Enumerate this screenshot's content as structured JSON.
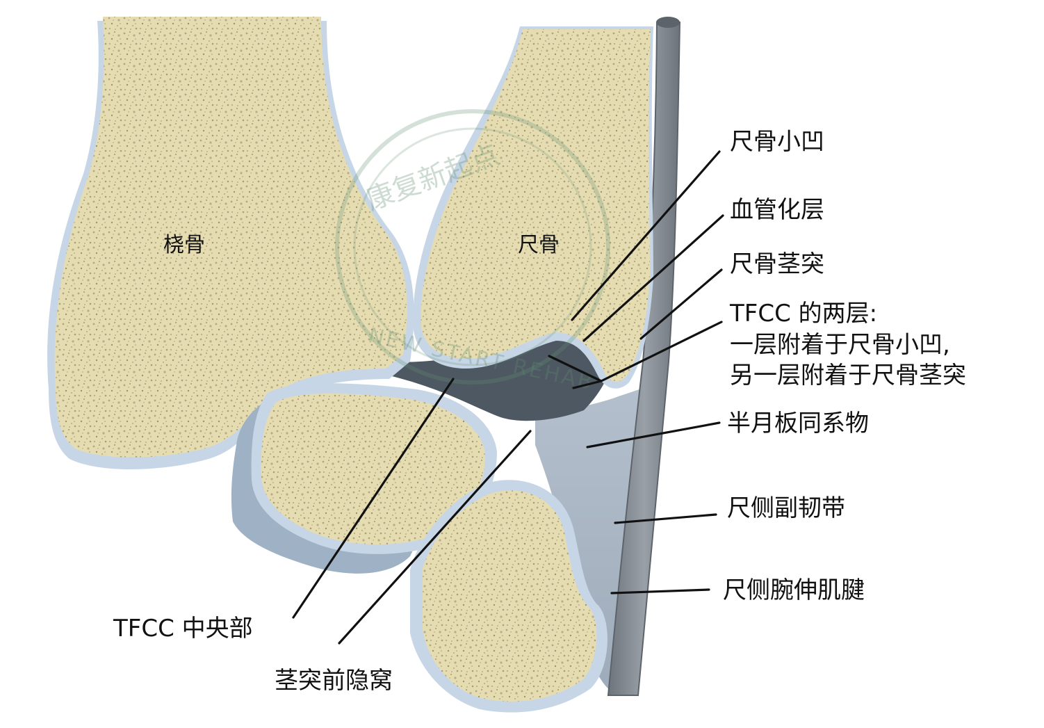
{
  "bones": {
    "radius": "桡骨",
    "ulna": "尺骨"
  },
  "callouts": {
    "fovea": "尺骨小凹",
    "vascular_layer": "血管化层",
    "styloid": "尺骨茎突",
    "two_layers_line1": "TFCC 的两层:",
    "two_layers_line2": "一层附着于尺骨小凹,",
    "two_layers_line3": "另一层附着于尺骨茎突",
    "meniscus_homologue": "半月板同系物",
    "ucl": "尺侧副韧带",
    "ecu_tendon": "尺侧腕伸肌腱",
    "tfcc_central": "TFCC 中央部",
    "prestyloid_recess": "茎突前隐窝"
  },
  "watermark": {
    "cn": "康复新起点",
    "en": "NEW START REHAB"
  },
  "colors": {
    "bone_fill": "#e6dcb2",
    "bone_speckle": "#b3a77e",
    "cartilage": "#c7d6e6",
    "ligament_grey": "#a9b5c3",
    "tfcc_dark": "#4e5862",
    "tendon": "#8c929a",
    "watermark": "#5e8e6f"
  }
}
